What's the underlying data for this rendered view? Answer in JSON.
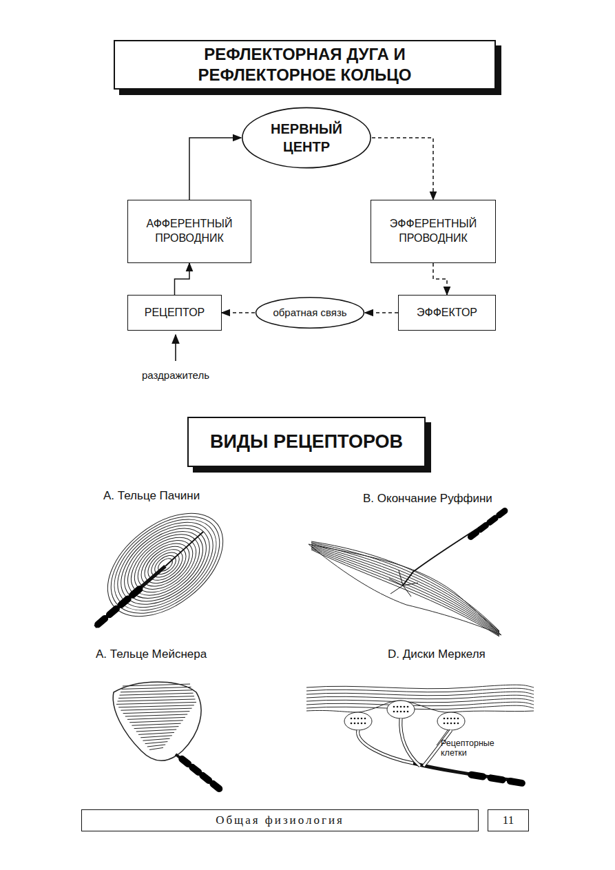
{
  "diagram": {
    "title": "РЕФЛЕКТОРНАЯ ДУГА И РЕФЛЕКТОРНОЕ КОЛЬЦО",
    "nodes": [
      {
        "text": [
          "НЕРВНЫЙ ЦЕНТР"
        ]
      },
      {
        "text": [
          "АФФЕРЕНТНЫЙ ПРОВОДНИК"
        ]
      },
      {
        "text": [
          "ЭФФЕРЕНТНЫЙ ПРОВОДНИК"
        ]
      },
      {
        "text": [
          "РЕЦЕПТОР"
        ]
      },
      {
        "text": [
          "обратная связь"
        ]
      },
      {
        "text": [
          "ЭФФЕКТОР"
        ]
      },
      {
        "text": [
          "ВИДЫ РЕЦЕПТОРОВ"
        ]
      },
      {
        "text": [
          "Общая физиология"
        ]
      },
      {
        "text": [
          "11"
        ]
      }
    ],
    "edges": [
      {
        "from": 3,
        "to": 1,
        "arrow": "to"
      },
      {
        "from": 1,
        "to": 0,
        "arrow": "to"
      },
      {
        "from": 0,
        "to": 2,
        "arrow": "to"
      },
      {
        "from": 2,
        "to": 5,
        "arrow": "to"
      },
      {
        "from": 5,
        "to": 4,
        "arrow": "to"
      },
      {
        "from": 4,
        "to": 3,
        "arrow": "to"
      }
    ],
    "labels": [
      "раздражитель",
      "А. Тельце Пачини",
      "В. Окончание Руффини",
      "А. Тельце Мейснера",
      "D. Диски Меркеля",
      "Рецепторные клетки"
    ]
  }
}
